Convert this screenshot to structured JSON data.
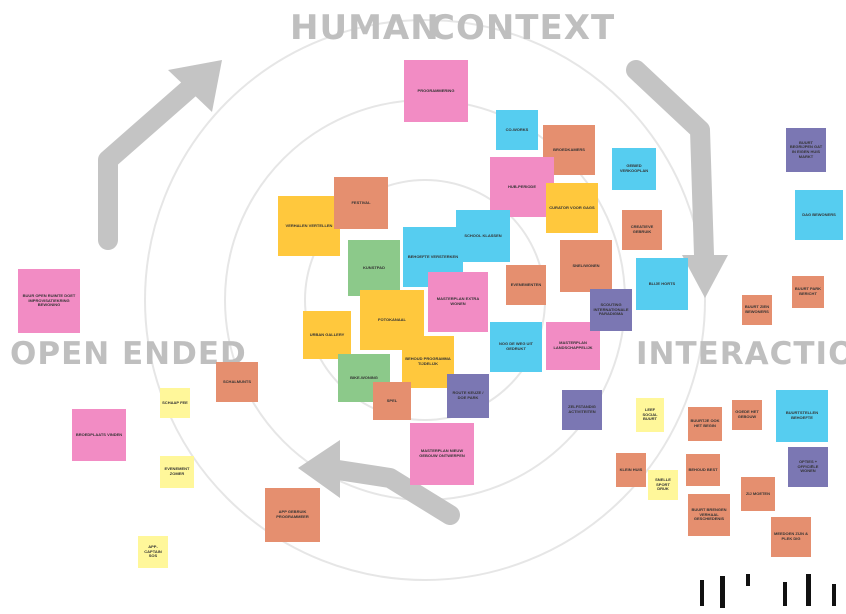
{
  "labels": {
    "human": "HUMAN",
    "context": "CONTEXT",
    "open_ended": "OPEN ENDED",
    "interaction": "INTERACTION"
  },
  "colors": {
    "pink": "#f28cc4",
    "orange": "#e58f6f",
    "blue": "#56cdf0",
    "yellow": "#ffc83d",
    "green": "#8cc98a",
    "purple": "#7b77b3",
    "paleyellow": "#fff79a",
    "arrow": "#c4c4c4",
    "ring": "#e6e6e6",
    "axis_text": "#bfbfbf"
  },
  "notes": [
    {
      "text": "PROGRAMMERING",
      "color": "pink"
    },
    {
      "text": "CO-WORKS",
      "color": "blue"
    },
    {
      "text": "BROEDKAMERS",
      "color": "orange"
    },
    {
      "text": "GEBIED VERKOOPLAN",
      "color": "blue"
    },
    {
      "text": "HUB-PERIODE",
      "color": "pink"
    },
    {
      "text": "CURATOR VOOR GAGS",
      "color": "yellow"
    },
    {
      "text": "CREATIEVE GEBRUIK",
      "color": "orange"
    },
    {
      "text": "VERHALEN VERTELLEN",
      "color": "yellow"
    },
    {
      "text": "FESTIVAL",
      "color": "orange"
    },
    {
      "text": "SCHOOL KLASSEN",
      "color": "blue"
    },
    {
      "text": "KUNSTPAD",
      "color": "green"
    },
    {
      "text": "BEHOEFTE VERSTERKEN",
      "color": "blue"
    },
    {
      "text": "SNEL/WONEN",
      "color": "orange"
    },
    {
      "text": "EVENEMENTEN",
      "color": "orange"
    },
    {
      "text": "FOTOKANAAL",
      "color": "yellow"
    },
    {
      "text": "MASTERPLAN EXTRA WONEN",
      "color": "pink"
    },
    {
      "text": "URBAN GALLERY",
      "color": "yellow"
    },
    {
      "text": "BIKE-WONING",
      "color": "green"
    },
    {
      "text": "BEHOUD PROGRAMMA TIJDELIJK",
      "color": "yellow"
    },
    {
      "text": "NOG DE WEG UIT GEDRUKT",
      "color": "blue"
    },
    {
      "text": "MASTERPLAN LANDSCHAPPELIJK",
      "color": "pink"
    },
    {
      "text": "SCOUTING INTERNATIONALE PARADIGMA",
      "color": "purple"
    },
    {
      "text": "BLIJE HORTS",
      "color": "blue"
    },
    {
      "text": "SPEL",
      "color": "orange"
    },
    {
      "text": "ROUTE KEUZE / DOE PARK",
      "color": "purple"
    },
    {
      "text": "MASTERPLAN NIEUW GEBOUW ONTWERPEN",
      "color": "pink"
    },
    {
      "text": "SCHALMUNTS",
      "color": "orange"
    },
    {
      "text": "ZELFSTANDIG ACTIVITEITEN",
      "color": "purple"
    },
    {
      "text": "BUUR OPEN RUIMTE DOET IMPROVISATIEKRING BEWONING",
      "color": "pink"
    },
    {
      "text": "BROEDPLAATS VINDEN",
      "color": "pink"
    },
    {
      "text": "SCHAAP FEE",
      "color": "paleyellow"
    },
    {
      "text": "EVENEMENT ZOMER",
      "color": "paleyellow"
    },
    {
      "text": "APP-CAPTAIN SOS",
      "color": "paleyellow"
    },
    {
      "text": "APP GEBRUIK PROGRAMMEER",
      "color": "orange"
    },
    {
      "text": "BUURT BEGRIJPEN GAT IN EIGEN HUIS MARKT",
      "color": "purple"
    },
    {
      "text": "DAG BEWONERS",
      "color": "blue"
    },
    {
      "text": "BUURT ZIEN BEWONERS",
      "color": "orange"
    },
    {
      "text": "BUURT PARK BERICHT",
      "color": "orange"
    },
    {
      "text": "BUURTSTELLEN BEHOEFTE",
      "color": "blue"
    },
    {
      "text": "LEEF SOCIAL BUURT",
      "color": "paleyellow"
    },
    {
      "text": "BUURTJE OOK HET BEGIN",
      "color": "orange"
    },
    {
      "text": "GOEDE HET GEBOUW",
      "color": "orange"
    },
    {
      "text": "OPTIES + OFFICIËLE WONEN",
      "color": "purple"
    },
    {
      "text": "KLEIN HUIS",
      "color": "orange"
    },
    {
      "text": "BEHOUD BEST",
      "color": "orange"
    },
    {
      "text": "SNELLE SPORT DRUK",
      "color": "paleyellow"
    },
    {
      "text": "BUURT BRENGEN VERHAAL GESCHIEDENIS",
      "color": "orange"
    },
    {
      "text": "ZIJ MOETEN",
      "color": "orange"
    },
    {
      "text": "MEEDOEN ZIJN & PLEK DIG",
      "color": "orange"
    }
  ]
}
